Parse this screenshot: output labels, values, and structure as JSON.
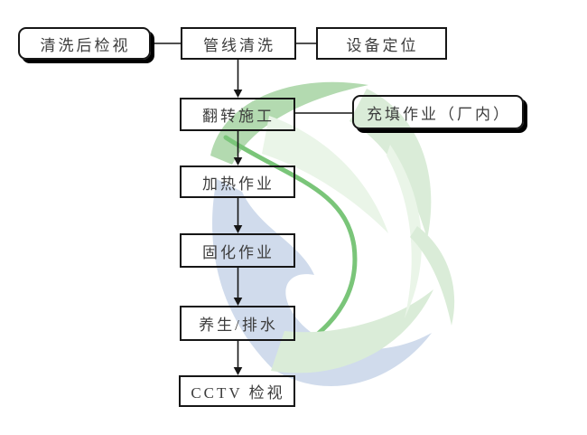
{
  "flowchart": {
    "nodes": [
      {
        "label": "清洗后检视",
        "shape": "rounded-shadow"
      },
      {
        "label": "管线清洗",
        "shape": "rectangle"
      },
      {
        "label": "设备定位",
        "shape": "rectangle"
      },
      {
        "label": "翻转施工",
        "shape": "rectangle"
      },
      {
        "label": "充填作业（厂内）",
        "shape": "rounded-shadow"
      },
      {
        "label": "加热作业",
        "shape": "rectangle"
      },
      {
        "label": "固化作业",
        "shape": "rectangle"
      },
      {
        "label": "养生/排水",
        "shape": "rectangle"
      },
      {
        "label": "CCTV 检视",
        "shape": "rectangle"
      }
    ],
    "edges": [
      {
        "from": "清洗后检视",
        "to": "管线清洗",
        "type": "line"
      },
      {
        "from": "管线清洗",
        "to": "设备定位",
        "type": "line"
      },
      {
        "from": "管线清洗",
        "to": "翻转施工",
        "type": "arrow-down"
      },
      {
        "from": "翻转施工",
        "to": "充填作业（厂内）",
        "type": "line"
      },
      {
        "from": "翻转施工",
        "to": "加热作业",
        "type": "arrow-down"
      },
      {
        "from": "加热作业",
        "to": "固化作业",
        "type": "arrow-down"
      },
      {
        "from": "固化作业",
        "to": "养生/排水",
        "type": "arrow-down"
      },
      {
        "from": "养生/排水",
        "to": "CCTV 检视",
        "type": "arrow-down"
      }
    ],
    "colors": {
      "box_border": "#161616",
      "box_text": "#3d3d3d",
      "shadow": "#000000",
      "line": "#161616",
      "watermark_green_medium": "#abd7a8",
      "watermark_green_pale": "#d7ebd4",
      "watermark_green_faint": "#e8f4e6",
      "watermark_green_stroke": "#6cbf6b",
      "watermark_blue": "#cbd8ea"
    }
  }
}
